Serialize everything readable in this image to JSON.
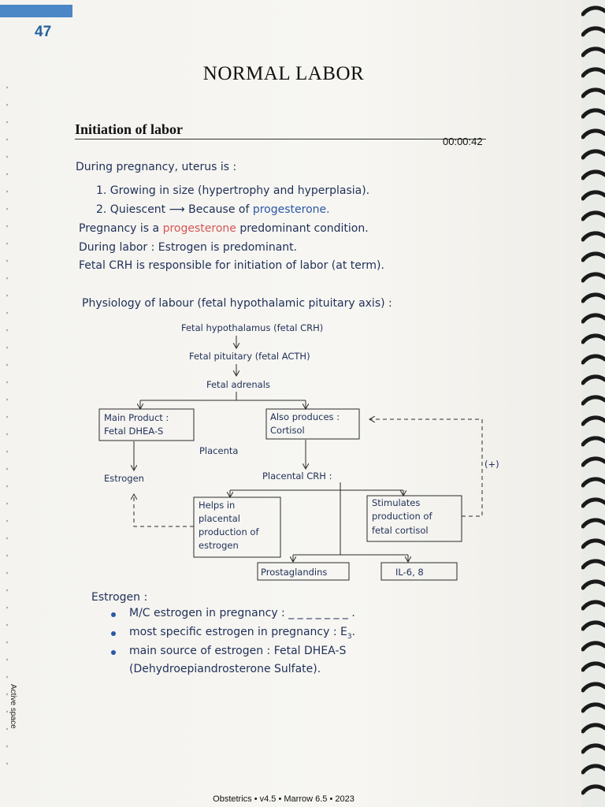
{
  "header": {
    "page_number": "47",
    "title": "NORMAL LABOR",
    "section_title": "Initiation of labor",
    "timestamp": "00:00:42"
  },
  "intro": {
    "line1": "During pregnancy, uterus is :",
    "item1": "1.  Growing in size (hypertrophy and hyperplasia).",
    "item2_prefix": "2.  Quiescent",
    "item2_arrow": "⟶",
    "item2_middle": "Because of",
    "item2_highlight": "progesterone.",
    "line4_prefix": "Pregnancy is a",
    "line4_highlight": "progesterone",
    "line4_suffix": "predominant condition.",
    "line5": "During labor : Estrogen is predominant.",
    "line6": "Fetal CRH is responsible for initiation of labor (at term)."
  },
  "diagram": {
    "heading": "Physiology of labour (fetal hypothalamic pituitary axis) :",
    "hypothalamus": "Fetal hypothalamus (fetal CRH)",
    "pituitary": "Fetal pituitary (fetal ACTH)",
    "adrenals": "Fetal adrenals",
    "main_product_l1": "Main Product :",
    "main_product_l2": "Fetal DHEA-S",
    "also_produces_l1": "Also produces :",
    "also_produces_l2": "Cortisol",
    "placenta": "Placenta",
    "estrogen": "Estrogen",
    "placental_crh": "Placental CRH :",
    "helps_l1": "Helps in",
    "helps_l2": "placental",
    "helps_l3": "production of",
    "helps_l4": "estrogen",
    "stimulates_l1": "Stimulates",
    "stimulates_l2": "production of",
    "stimulates_l3": "fetal cortisol",
    "feedback": "(+)",
    "prostaglandins": "Prostaglandins",
    "interleukins": "IL-6, 8"
  },
  "estrogen_notes": {
    "heading": "Estrogen :",
    "bullet1": "M/C estrogen in pregnancy : _ _ _ _ _ _ _ .",
    "bullet2_text": "most specific estrogen in pregnancy :",
    "bullet2_symbol": "E",
    "bullet2_sub": "3",
    "bullet3_l1": "main source of estrogen : Fetal DHEA-S",
    "bullet3_l2": "(Dehydroepiandrosterone Sulfate)."
  },
  "side_label": "Active space",
  "footer": "Obstetrics • v4.5 • Marrow 6.5 • 2023",
  "colors": {
    "ink": "#1f2f58",
    "highlight_red": "#d45555",
    "highlight_blue": "#2b57a8",
    "tab_blue": "#4b86c6"
  }
}
